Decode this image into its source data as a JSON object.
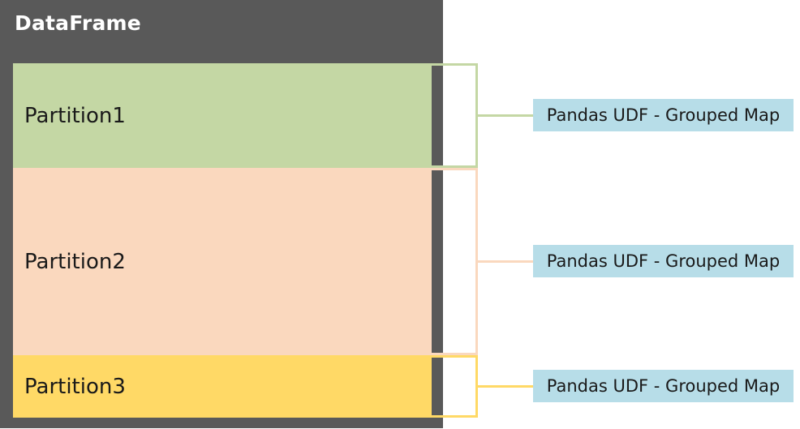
{
  "dataframe": {
    "title": "DataFrame",
    "background_color": "#595959"
  },
  "partitions": [
    {
      "label": "Partition1",
      "color": "#c4d7a4",
      "line_color": "#c4d7a4"
    },
    {
      "label": "Partition2",
      "color": "#fad8be",
      "line_color": "#fad8be"
    },
    {
      "label": "Partition3",
      "color": "#ffd966",
      "line_color": "#ffd966"
    }
  ],
  "udf_boxes": [
    {
      "label": "Pandas UDF - Grouped Map"
    },
    {
      "label": "Pandas UDF - Grouped Map"
    },
    {
      "label": "Pandas UDF - Grouped Map"
    }
  ],
  "udf_box_color": "#b7dde8"
}
